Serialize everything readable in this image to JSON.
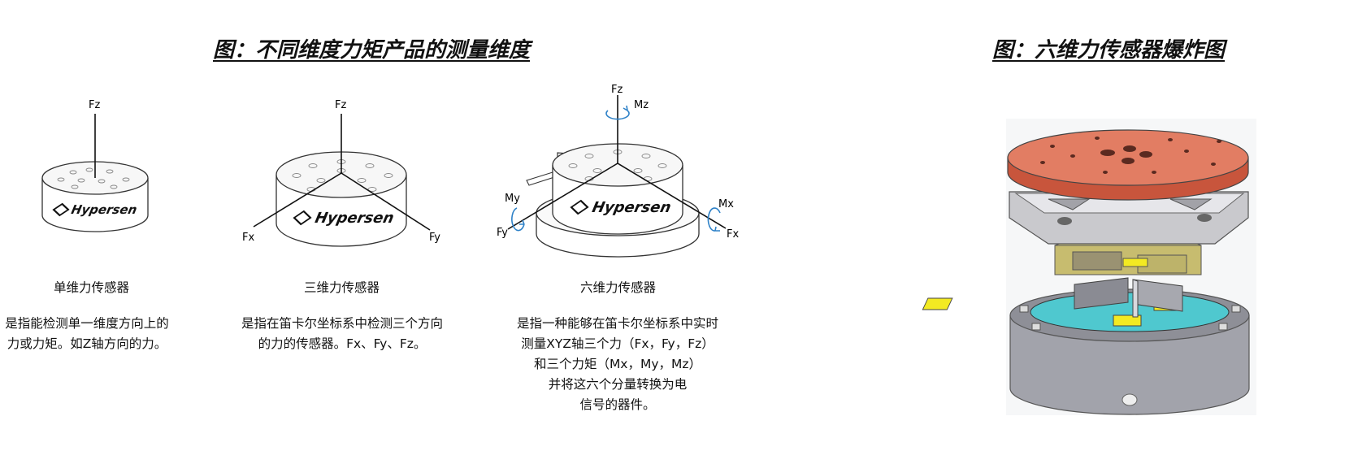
{
  "titles": {
    "left": "图：不同维度力矩产品的测量维度",
    "right": "图：六维力传感器爆炸图"
  },
  "logo_text": "Hypersen",
  "sensors": [
    {
      "name": "单维力传感器",
      "desc_lines": [
        "是指能检测单一维度方向上的",
        "力或力矩。如Z轴方向的力。"
      ],
      "axes": {
        "fz": "Fz"
      }
    },
    {
      "name": "三维力传感器",
      "desc_lines": [
        "是指在笛卡尔坐标系中检测三个方向",
        "的力的传感器。Fx、Fy、Fz。"
      ],
      "axes": {
        "fz": "Fz",
        "fx": "Fx",
        "fy": "Fy"
      }
    },
    {
      "name": "六维力传感器",
      "desc_lines": [
        "是指一种能够在笛卡尔坐标系中实时",
        "测量XYZ轴三个力（Fx，Fy，Fz）",
        "和三个力矩（Mx，My，Mz）",
        "并将这六个分量转换为电",
        "信号的器件。"
      ],
      "axes": {
        "fz": "Fz",
        "mz": "Mz",
        "my": "My",
        "fy": "Fy",
        "mx": "Mx",
        "fx": "Fx"
      }
    }
  ],
  "colors": {
    "top_plate": "#e27d63",
    "frame": "#c9c9cd",
    "gold": "#c7bc6f",
    "cyan": "#4fc8cf",
    "yellow": "#f3ea22",
    "base": "#9fa0a8",
    "arrow_blue": "#2f82c8"
  }
}
